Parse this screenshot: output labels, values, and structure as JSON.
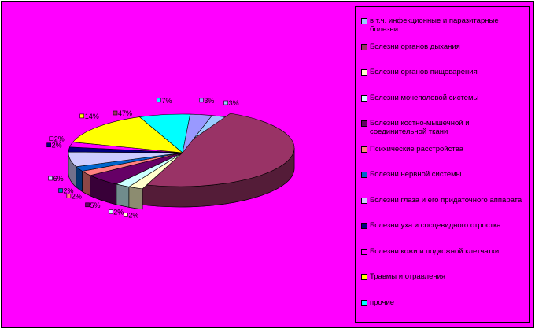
{
  "chart_data": {
    "type": "pie",
    "title": "",
    "style": "3d-exploded",
    "legend_position": "right",
    "series": [
      {
        "name": "в т.ч. инфекционные и паразитарные болезни",
        "value": 3,
        "label": "3%",
        "color": "#99ccff"
      },
      {
        "name": "Болезни органов дыхания",
        "value": 47,
        "label": "47%",
        "color": "#993366"
      },
      {
        "name": "Болезни органов пищеварения",
        "value": 2,
        "label": "2%",
        "color": "#ffffcc"
      },
      {
        "name": "Болезни мочеполовой системы",
        "value": 2,
        "label": "2%",
        "color": "#ccffff"
      },
      {
        "name": "Болезни костно-мышечной и соединительной ткани",
        "value": 5,
        "label": "5%",
        "color": "#660066"
      },
      {
        "name": "Психические расстройства",
        "value": 2,
        "label": "2%",
        "color": "#ff8080"
      },
      {
        "name": "Болезни нервной системы",
        "value": 2,
        "label": "2%",
        "color": "#0066cc"
      },
      {
        "name": "Болезни глаза и его придаточного аппарата",
        "value": 6,
        "label": "6%",
        "color": "#ccccff"
      },
      {
        "name": "Болезни уха и сосцевидного отростка",
        "value": 2,
        "label": "2%",
        "color": "#000080"
      },
      {
        "name": "Болезни кожи и подкожной клетчатки",
        "value": 2,
        "label": "2%",
        "color": "#ff00ff"
      },
      {
        "name": "Травмы и отравления",
        "value": 14,
        "label": "14%",
        "color": "#ffff00"
      },
      {
        "name": "прочие",
        "value": 7,
        "label": "7%",
        "color": "#00ffff"
      },
      {
        "name": "",
        "value": 3,
        "label": "3%",
        "color": "#9999ff"
      }
    ]
  }
}
